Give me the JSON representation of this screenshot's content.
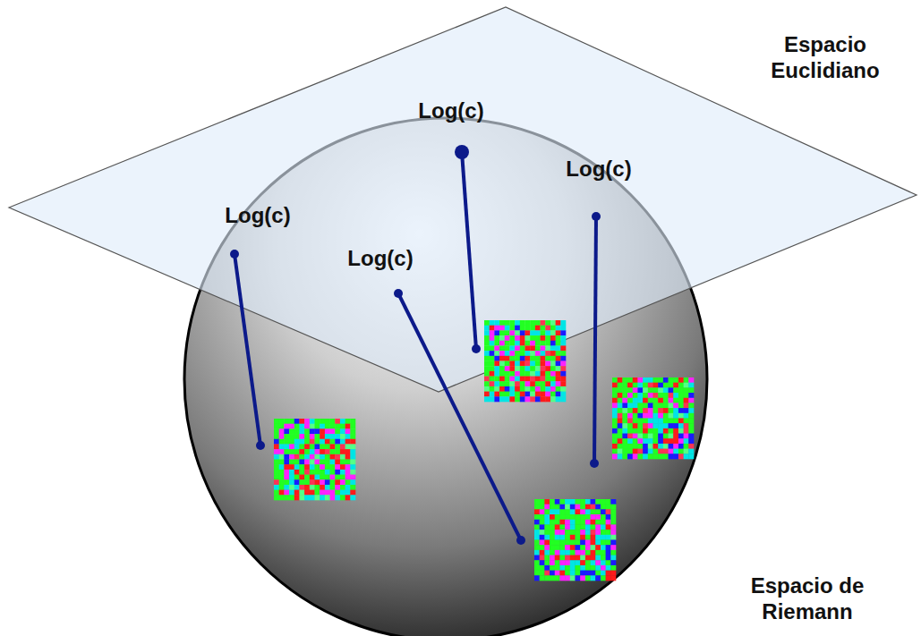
{
  "diagram": {
    "labels": [
      "Espacio Euclidiano",
      "Log(c)",
      "Log(c)",
      "Log(c)",
      "Log(c)",
      "Espacio de Riemann"
    ]
  }
}
